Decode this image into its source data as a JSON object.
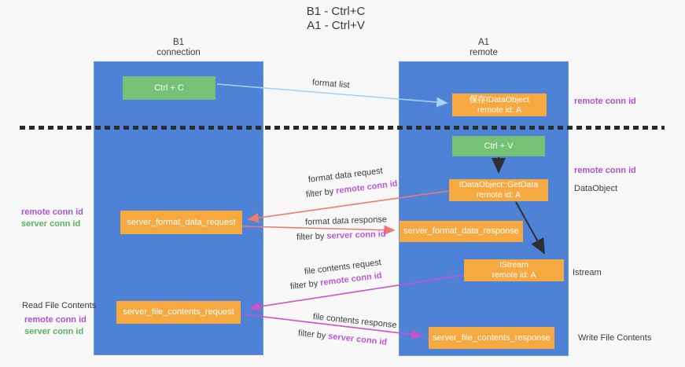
{
  "title": {
    "line1": "B1 - Ctrl+C",
    "line2": "A1 - Ctrl+V"
  },
  "columns": {
    "b1": {
      "name": "B1",
      "sub": "connection"
    },
    "a1": {
      "name": "A1",
      "sub": "remote"
    }
  },
  "boxes": {
    "ctrl_c": {
      "label": "Ctrl + C"
    },
    "save_idataobject": {
      "line1": "保存IDataObject",
      "line2": "remote id: A"
    },
    "ctrl_v": {
      "label": "Ctrl + V"
    },
    "getdata": {
      "line1": "IDataObject::GetData",
      "line2": "remote id: A"
    },
    "server_format_data_request": {
      "label": "server_format_data_request"
    },
    "server_format_data_response": {
      "label": "server_format_data_response"
    },
    "istream": {
      "line1": "IStream",
      "line2": "remote id: A"
    },
    "server_file_contents_request": {
      "label": "server_file_contents_request"
    },
    "server_file_contents_response": {
      "label": "server_file_contents_response"
    }
  },
  "arrow_labels": {
    "format_list": "format list",
    "format_data_request": "format data request",
    "format_data_response": "format data response",
    "file_contents_request": "file contents request",
    "file_contents_response": "file contents response",
    "filter_by": "filter by",
    "remote_conn_id": "remote conn id",
    "server_conn_id": "server conn id"
  },
  "side_labels": {
    "remote_conn_id": "remote conn id",
    "server_conn_id": "server conn id",
    "data_object": "DataObject",
    "istream": "Istream",
    "read_file_contents": "Read File Contents",
    "write_file_contents": "Write File Contents"
  },
  "colors": {
    "lifeline_blue": "#4d82d6",
    "box_orange": "#f7a941",
    "box_green": "#75c175",
    "arrow_light_blue": "#a9d2f2",
    "arrow_salmon": "#ed7a6f",
    "arrow_magenta": "#c953c9",
    "arrow_black": "#2f2f2f",
    "purple_text": "#ab53cb",
    "green_text": "#57b25e"
  }
}
